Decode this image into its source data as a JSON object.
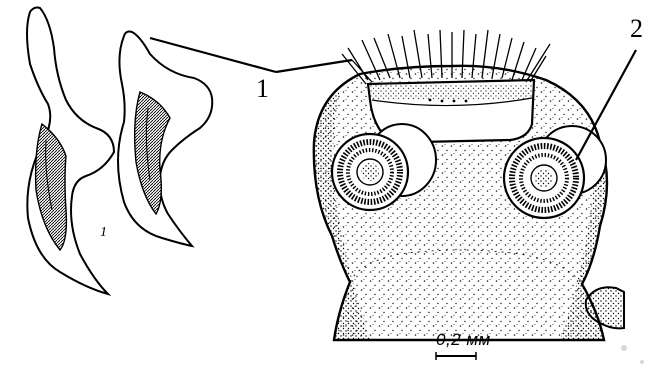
{
  "figure": {
    "callouts": {
      "label_1": "1",
      "label_2": "2"
    },
    "small_numeral": "1",
    "scale_bar": {
      "label": "0,2 мм"
    }
  },
  "colors": {
    "ink": "#000000",
    "background": "#ffffff"
  },
  "icons": [
    "hook-drawing",
    "scolex-drawing",
    "sucker-drawing",
    "rostellum-drawing"
  ]
}
